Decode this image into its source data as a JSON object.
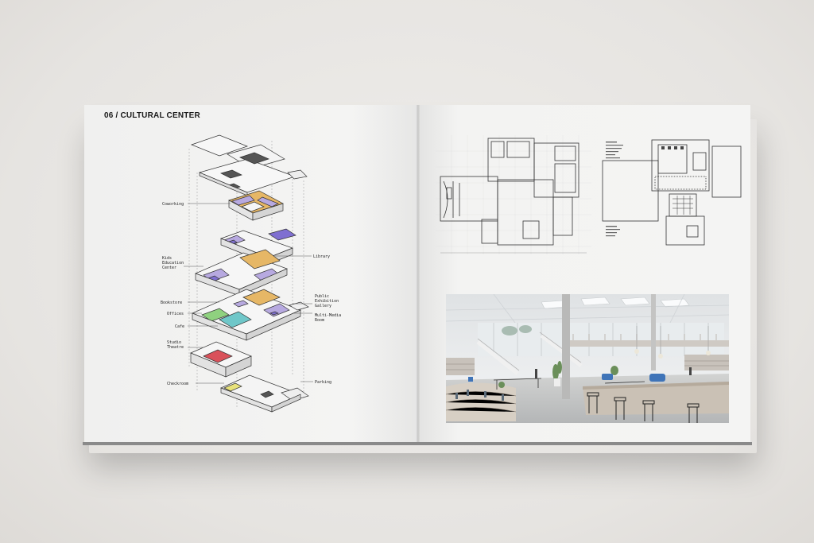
{
  "book": {
    "section_title": "06 / CULTURAL CENTER"
  },
  "axonometric": {
    "labels_left": [
      "Coworking",
      "Kids Education Center",
      "Bookstore",
      "Offices",
      "Cafe",
      "Studio Theatre",
      "Checkroom"
    ],
    "labels_right": [
      "Library",
      "Public Exhibition Gallery",
      "Multi-Media Room",
      "Parking"
    ]
  },
  "colors": {
    "lavender": "#b7a9e0",
    "purple": "#7f6fd1",
    "ochre": "#e6b766",
    "teal": "#6fc7c9",
    "green": "#8fd17f",
    "red": "#d9515a",
    "yellow": "#e8e27a"
  }
}
